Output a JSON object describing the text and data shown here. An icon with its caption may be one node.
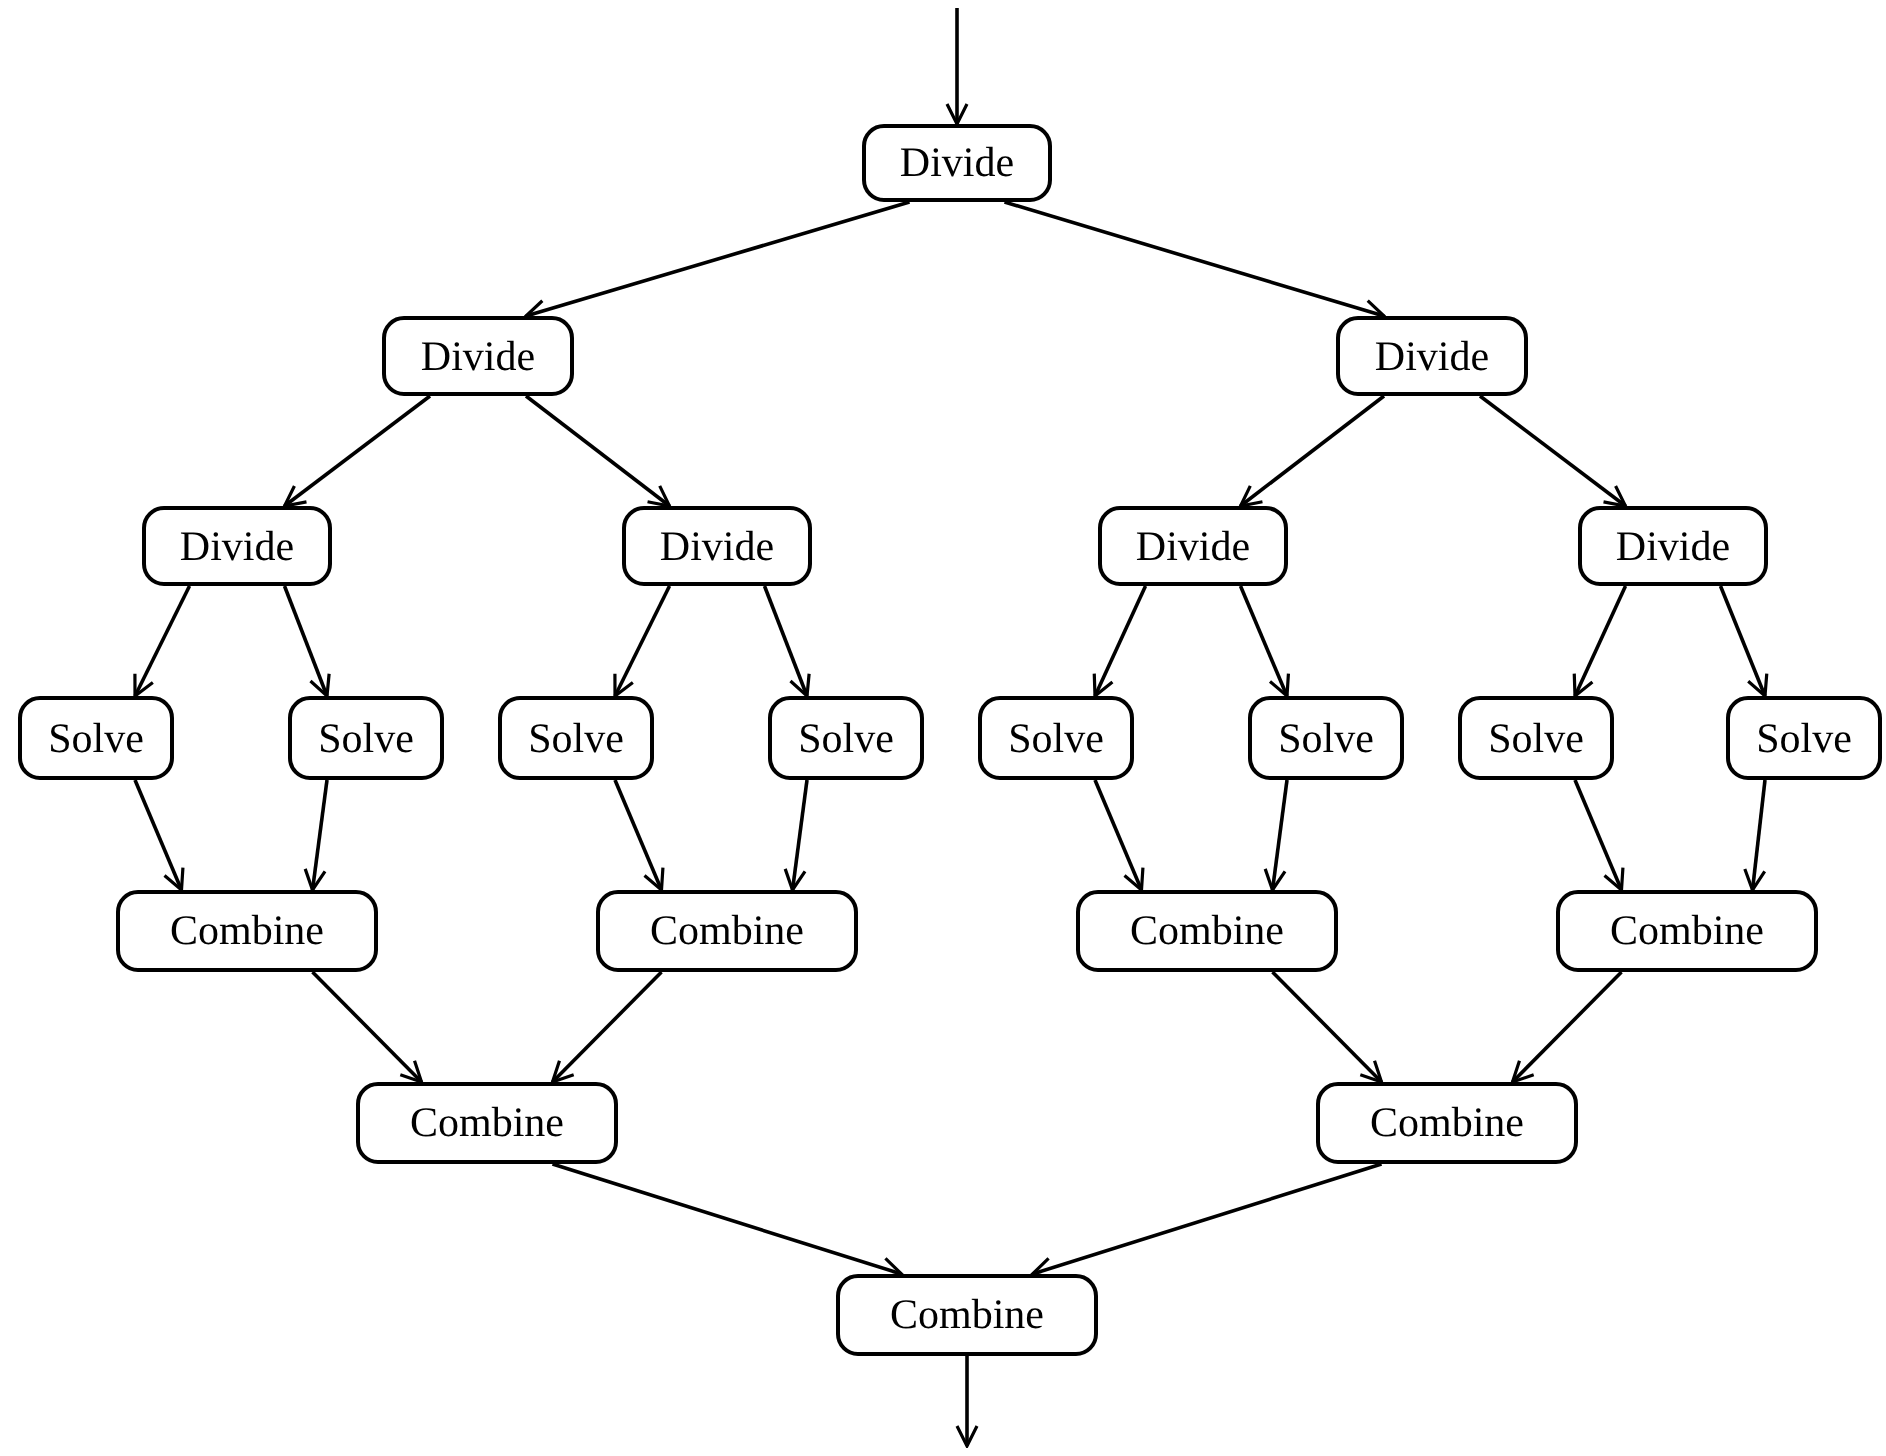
{
  "diagram": {
    "nodes": [
      {
        "text": [
          "Divide"
        ]
      },
      {
        "text": [
          "Divide"
        ]
      },
      {
        "text": [
          "Divide"
        ]
      },
      {
        "text": [
          "Divide"
        ]
      },
      {
        "text": [
          "Divide"
        ]
      },
      {
        "text": [
          "Divide"
        ]
      },
      {
        "text": [
          "Divide"
        ]
      },
      {
        "text": [
          "Solve"
        ]
      },
      {
        "text": [
          "Solve"
        ]
      },
      {
        "text": [
          "Solve"
        ]
      },
      {
        "text": [
          "Solve"
        ]
      },
      {
        "text": [
          "Solve"
        ]
      },
      {
        "text": [
          "Solve"
        ]
      },
      {
        "text": [
          "Solve"
        ]
      },
      {
        "text": [
          "Solve"
        ]
      },
      {
        "text": [
          "Combine"
        ]
      },
      {
        "text": [
          "Combine"
        ]
      },
      {
        "text": [
          "Combine"
        ]
      },
      {
        "text": [
          "Combine"
        ]
      },
      {
        "text": [
          "Combine"
        ]
      },
      {
        "text": [
          "Combine"
        ]
      },
      {
        "text": [
          "Combine"
        ]
      }
    ],
    "edges": [
      {
        "from": null,
        "to": 0,
        "arrow": "to"
      },
      {
        "from": 0,
        "to": 1,
        "arrow": "to"
      },
      {
        "from": 0,
        "to": 2,
        "arrow": "to"
      },
      {
        "from": 1,
        "to": 3,
        "arrow": "to"
      },
      {
        "from": 1,
        "to": 4,
        "arrow": "to"
      },
      {
        "from": 2,
        "to": 5,
        "arrow": "to"
      },
      {
        "from": 2,
        "to": 6,
        "arrow": "to"
      },
      {
        "from": 3,
        "to": 7,
        "arrow": "to"
      },
      {
        "from": 3,
        "to": 8,
        "arrow": "to"
      },
      {
        "from": 4,
        "to": 9,
        "arrow": "to"
      },
      {
        "from": 4,
        "to": 10,
        "arrow": "to"
      },
      {
        "from": 5,
        "to": 11,
        "arrow": "to"
      },
      {
        "from": 5,
        "to": 12,
        "arrow": "to"
      },
      {
        "from": 6,
        "to": 13,
        "arrow": "to"
      },
      {
        "from": 6,
        "to": 14,
        "arrow": "to"
      },
      {
        "from": 7,
        "to": 15,
        "arrow": "to"
      },
      {
        "from": 8,
        "to": 15,
        "arrow": "to"
      },
      {
        "from": 9,
        "to": 16,
        "arrow": "to"
      },
      {
        "from": 10,
        "to": 16,
        "arrow": "to"
      },
      {
        "from": 11,
        "to": 17,
        "arrow": "to"
      },
      {
        "from": 12,
        "to": 17,
        "arrow": "to"
      },
      {
        "from": 13,
        "to": 18,
        "arrow": "to"
      },
      {
        "from": 14,
        "to": 18,
        "arrow": "to"
      },
      {
        "from": 15,
        "to": 19,
        "arrow": "to"
      },
      {
        "from": 16,
        "to": 19,
        "arrow": "to"
      },
      {
        "from": 17,
        "to": 20,
        "arrow": "to"
      },
      {
        "from": 18,
        "to": 20,
        "arrow": "to"
      },
      {
        "from": 19,
        "to": 21,
        "arrow": "to"
      },
      {
        "from": 20,
        "to": 21,
        "arrow": "to"
      },
      {
        "from": 21,
        "to": null,
        "arrow": "to"
      }
    ]
  }
}
